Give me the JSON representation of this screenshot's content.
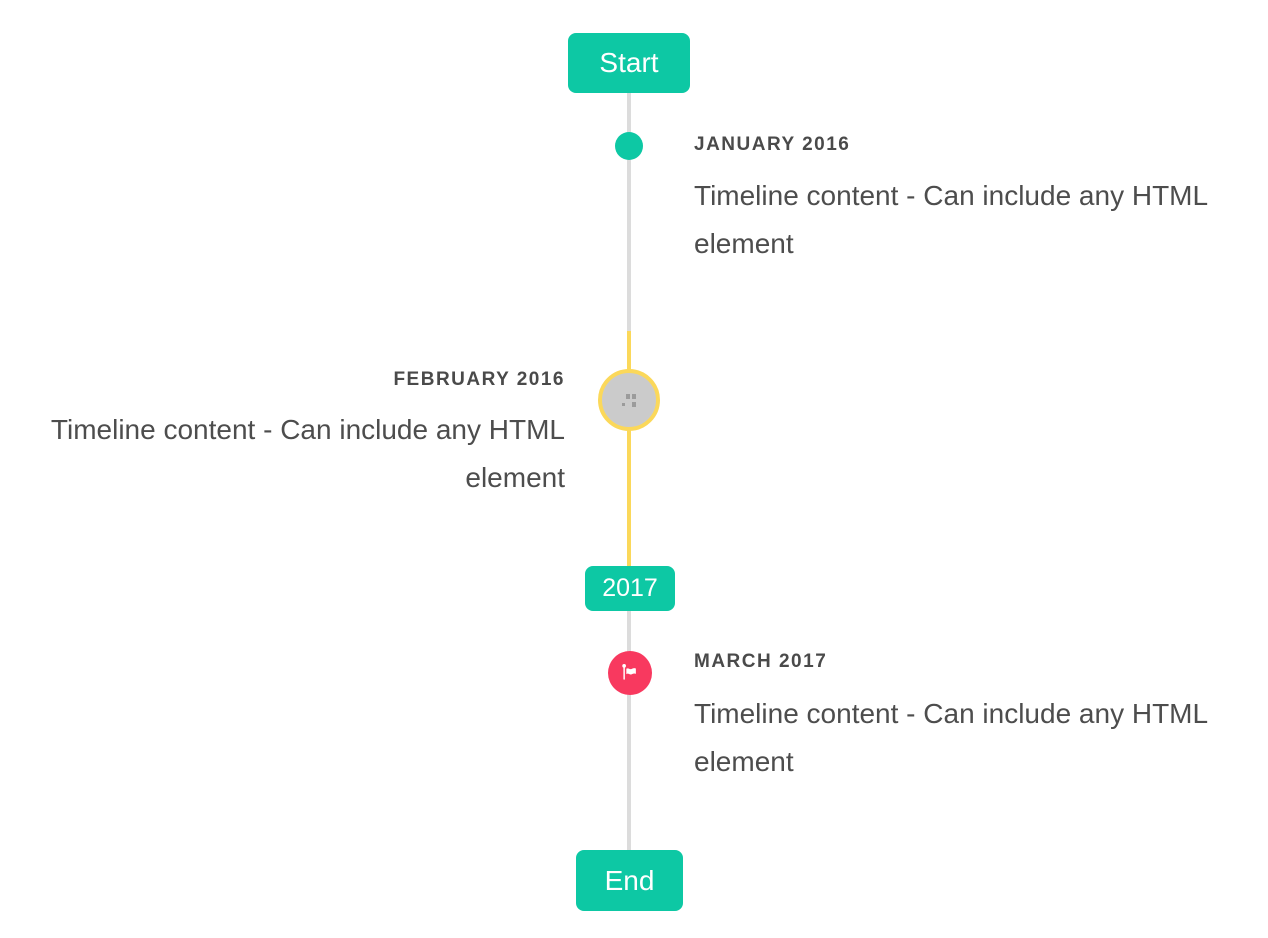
{
  "colors": {
    "accent_teal": "#0dc8a4",
    "highlight_yellow": "#fbd85a",
    "marker_red": "#f8395f",
    "line_gray": "#dcdcdc",
    "image_circle_gray": "#cbcbcb",
    "heading_text": "#4a4a4a",
    "content_text": "#4d4d4d",
    "badge_text": "#ffffff"
  },
  "timeline": {
    "start_label": "Start",
    "year_badge_label": "2017",
    "end_label": "End",
    "items": [
      {
        "heading": "JANUARY 2016",
        "content": "Timeline content - Can include any HTML element",
        "side": "right",
        "marker": "teal-dot"
      },
      {
        "heading": "FEBRUARY 2016",
        "content": "Timeline content - Can include any HTML element",
        "side": "left",
        "marker": "image-circle-yellow-border"
      },
      {
        "heading": "MARCH 2017",
        "content": "Timeline content - Can include any HTML element",
        "side": "right",
        "marker": "flag-red-circle"
      }
    ],
    "icons": {
      "flag": "flag-icon",
      "broken_image": "broken-image-icon"
    }
  }
}
